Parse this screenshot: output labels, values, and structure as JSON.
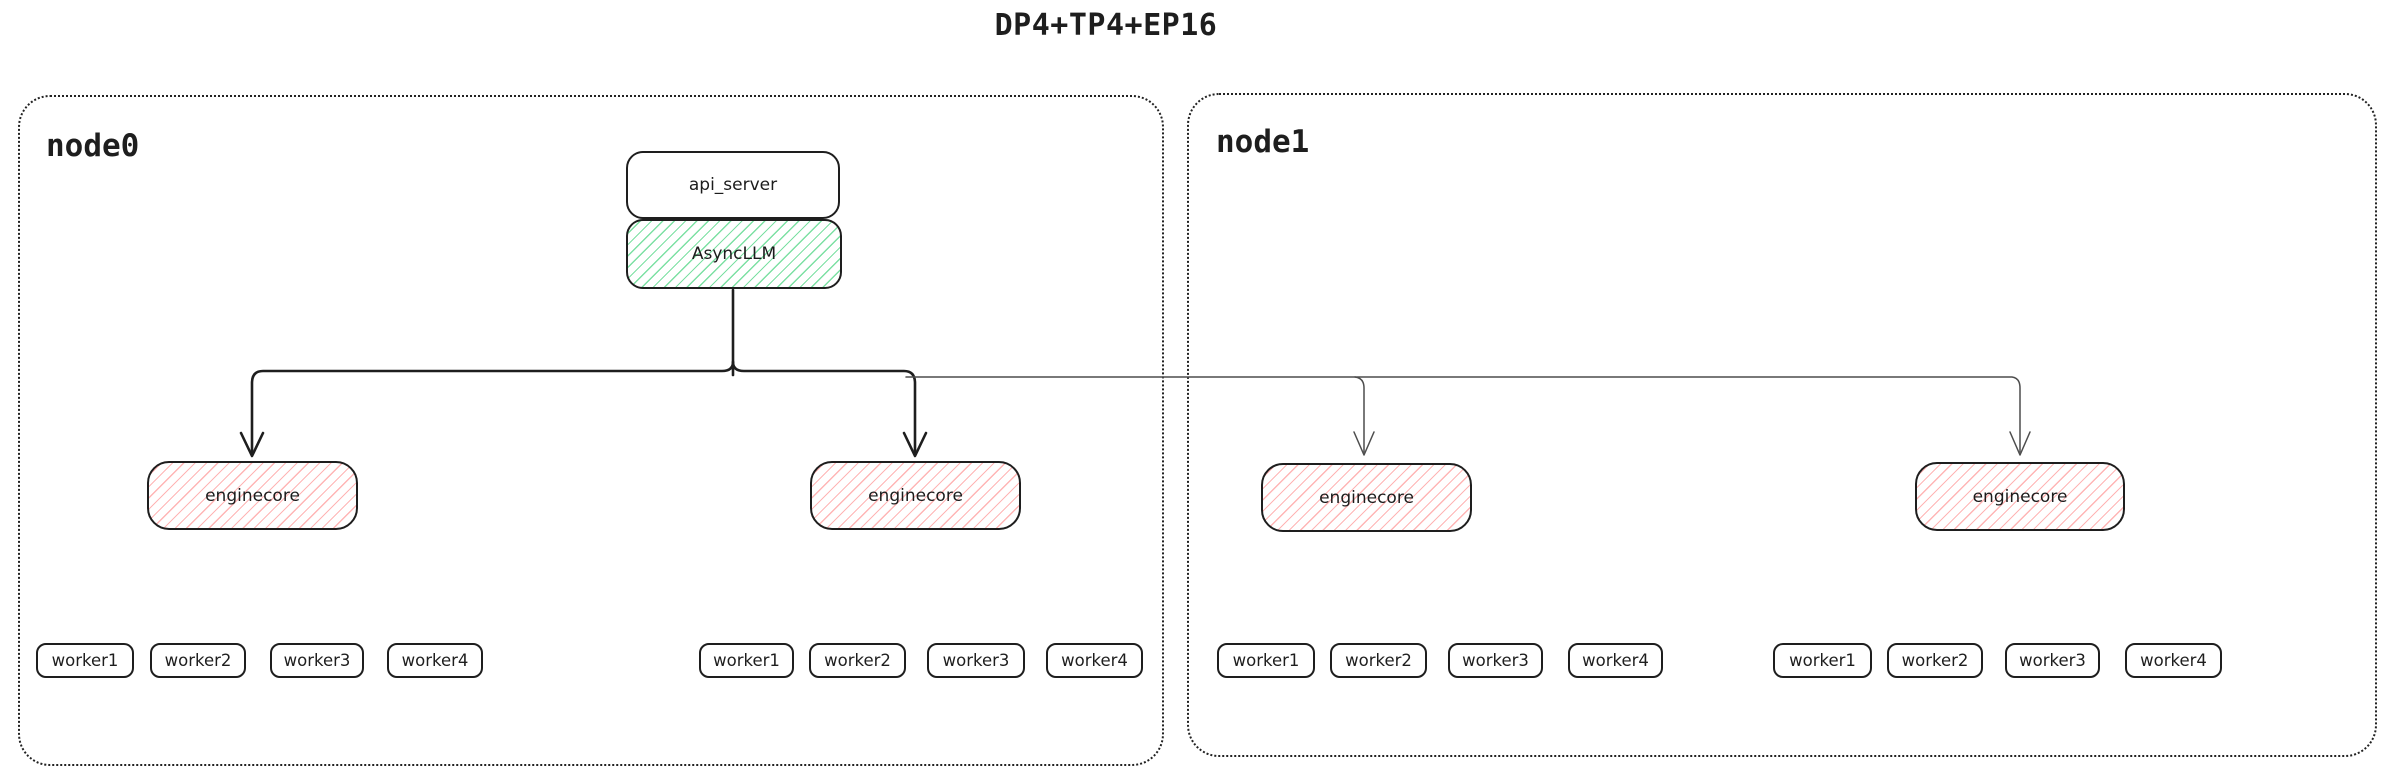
{
  "title": "DP4+TP4+EP16",
  "colors": {
    "ink": "#1e1e1e",
    "thick_line": "#1e1e1e",
    "thin_line": "#4d4d4d",
    "green_hatch": "#7ce0a3",
    "red_hatch": "#ffb5b5",
    "background": "#ffffff"
  },
  "nodes": [
    {
      "label": "node0"
    },
    {
      "label": "node1"
    }
  ],
  "api_server": {
    "label": "api_server"
  },
  "async_llm": {
    "label": "AsyncLLM"
  },
  "groups": [
    {
      "node": "node0",
      "enginecore": "enginecore",
      "workers": [
        "worker1",
        "worker2",
        "worker3",
        "worker4"
      ]
    },
    {
      "node": "node0",
      "enginecore": "enginecore",
      "workers": [
        "worker1",
        "worker2",
        "worker3",
        "worker4"
      ]
    },
    {
      "node": "node1",
      "enginecore": "enginecore",
      "workers": [
        "worker1",
        "worker2",
        "worker3",
        "worker4"
      ]
    },
    {
      "node": "node1",
      "enginecore": "enginecore",
      "workers": [
        "worker1",
        "worker2",
        "worker3",
        "worker4"
      ]
    }
  ]
}
